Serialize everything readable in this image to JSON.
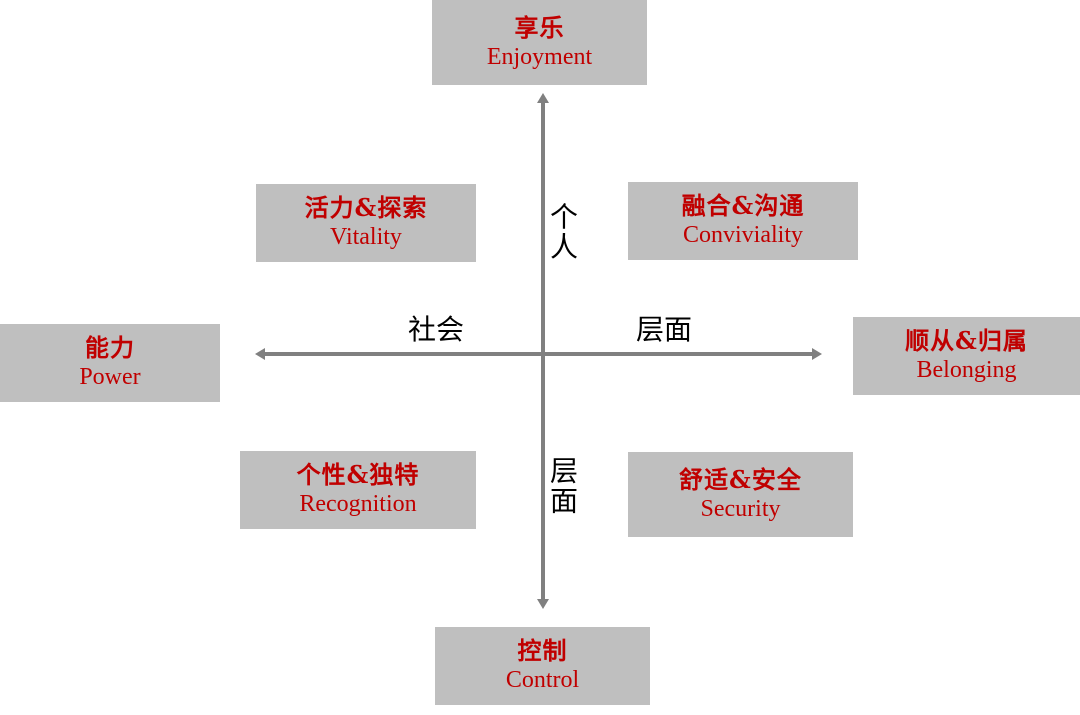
{
  "accent_color": "#c00000",
  "box_color": "#bfbfbf",
  "axis_color": "#808080",
  "quadrants": {
    "top": {
      "zh": "享乐",
      "en": "Enjoyment"
    },
    "bottom": {
      "zh": "控制",
      "en": "Control"
    },
    "left": {
      "zh": "能力",
      "en": "Power"
    },
    "right": {
      "zh": "顺从&归属",
      "en": "Belonging"
    },
    "upper_left": {
      "zh": "活力&探索",
      "en": "Vitality"
    },
    "upper_right": {
      "zh": "融合&沟通",
      "en": "Conviviality"
    },
    "lower_left": {
      "zh": "个性&独特",
      "en": "Recognition"
    },
    "lower_right": {
      "zh": "舒适&安全",
      "en": "Security"
    }
  },
  "axis_labels": {
    "up": "个人",
    "down": "层面",
    "left": "社会",
    "right": "层面"
  }
}
